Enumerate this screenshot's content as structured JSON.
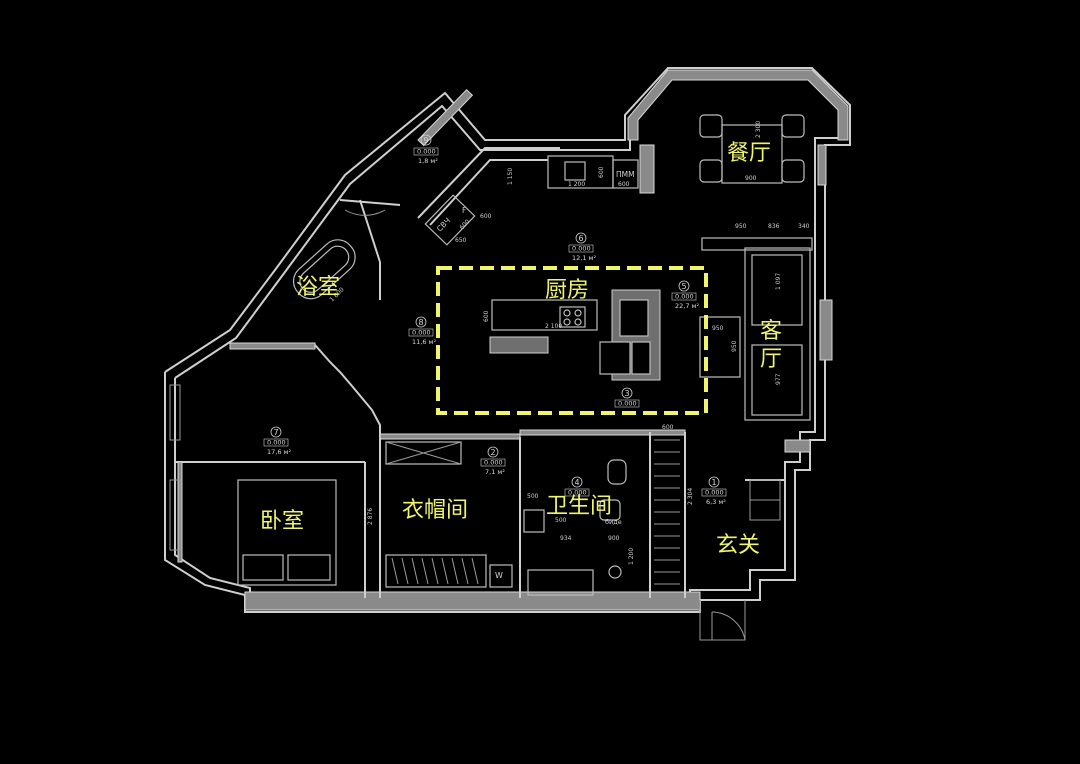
{
  "rooms": {
    "kitchen": "厨房",
    "dining": "餐厅",
    "living_a": "客",
    "living_b": "厅",
    "bath": "浴室",
    "bedroom": "卧室",
    "wardrobe": "衣帽间",
    "wc": "卫生间",
    "entry": "玄关"
  },
  "tags": [
    {
      "num": "9",
      "level": "0.000",
      "area": "1,8 м²"
    },
    {
      "num": "6",
      "level": "0.000",
      "area": "12,1 м²"
    },
    {
      "num": "5",
      "level": "0.000",
      "area": "22,7 м²"
    },
    {
      "num": "8",
      "level": "0.000",
      "area": "11,6 м²"
    },
    {
      "num": "3",
      "level": "0.000",
      "area": ""
    },
    {
      "num": "7",
      "level": "0.000",
      "area": "17,6 м²"
    },
    {
      "num": "2",
      "level": "0.000",
      "area": "7,1 м²"
    },
    {
      "num": "4",
      "level": "0.000",
      "area": ""
    },
    {
      "num": "1",
      "level": "0.000",
      "area": "6,3 м²"
    }
  ],
  "fixture_labels": {
    "pmm": "ПММ",
    "svch": "СВЧ",
    "f": "F",
    "w": "W",
    "bide": "биде"
  },
  "dimensions": {
    "dining_table": "900",
    "dining_h": "2 300",
    "sink_w": "1 200",
    "pmm_d": "600",
    "sink_d": "600",
    "svch_a": "600",
    "svch_b": "600",
    "svch_c": "650",
    "wall_1150": "1 150",
    "tub": "1 800",
    "island_w": "2 100",
    "island_d": "600",
    "living_950_top": "950",
    "living_836": "836",
    "living_340": "340",
    "sofa_1097": "1 097",
    "sofa_977": "977",
    "living_950_side": "950",
    "living_950_vert": "950",
    "hall_600": "600",
    "hall_2304": "2 304",
    "wc_500_a": "500",
    "wc_500_b": "500",
    "wc_934": "934",
    "wc_900": "900",
    "wc_1200": "1 200",
    "wardrobe_2876": "2 876"
  }
}
